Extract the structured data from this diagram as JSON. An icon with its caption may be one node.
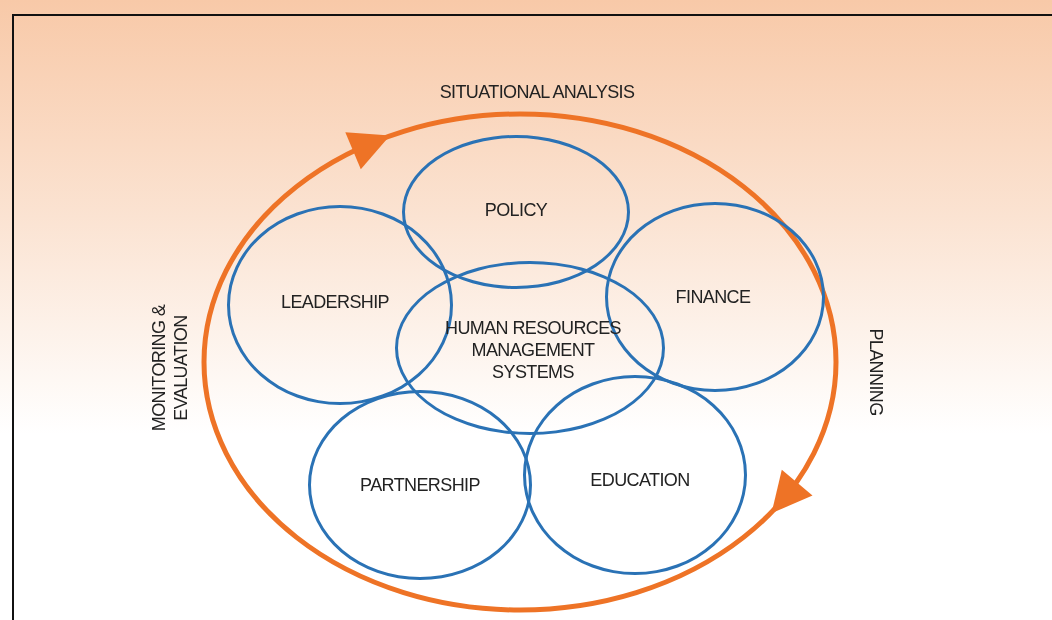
{
  "diagram": {
    "nodes": [
      {
        "text": [
          "POLICY"
        ]
      },
      {
        "text": [
          "LEADERSHIP"
        ]
      },
      {
        "text": [
          "FINANCE"
        ]
      },
      {
        "text": [
          "HUMAN RESOURCES MANAGEMENT SYSTEMS"
        ]
      },
      {
        "text": [
          "PARTNERSHIP"
        ]
      },
      {
        "text": [
          "EDUCATION"
        ]
      }
    ],
    "labels": [
      "SITUATIONAL ANALYSIS",
      "MONITORING & EVALUATION",
      "PLANNING"
    ]
  }
}
